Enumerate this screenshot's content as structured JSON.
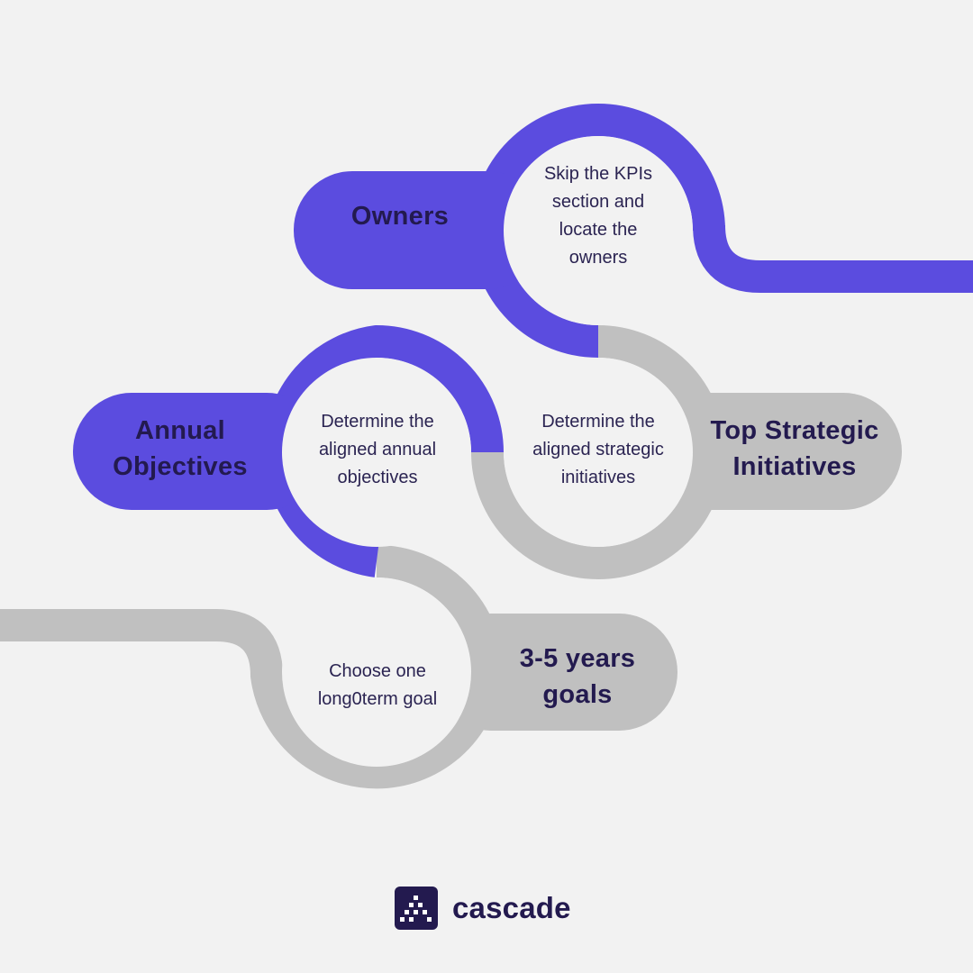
{
  "colors": {
    "background": "#f2f2f2",
    "purple": "#5b4cdf",
    "gray": "#c0c0c0",
    "text_dark": "#231a4f"
  },
  "steps": [
    {
      "title": "Owners",
      "description": "Skip the KPIs\nsection and\nlocate the\nowners",
      "color": "purple"
    },
    {
      "title": "Top Strategic\nInitiatives",
      "description": "Determine the\naligned strategic\ninitiatives",
      "color": "gray"
    },
    {
      "title": "Annual\nObjectives",
      "description": "Determine the\naligned annual\nobjectives",
      "color": "purple"
    },
    {
      "title": "3-5 years\ngoals",
      "description": "Choose one\nlong0term goal",
      "color": "gray"
    }
  ],
  "brand": {
    "name": "cascade",
    "logo_icon": "cascade-logo-icon"
  }
}
